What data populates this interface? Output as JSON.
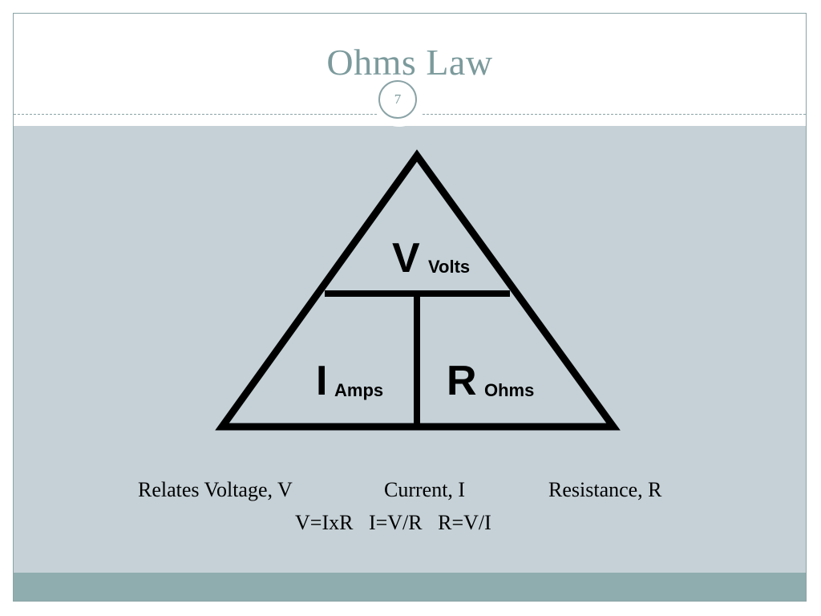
{
  "slide": {
    "title": "Ohms Law",
    "page_number": "7"
  },
  "triangle": {
    "top_symbol": "V",
    "top_unit": "Volts",
    "left_symbol": "I",
    "left_unit": "Amps",
    "right_symbol": "R",
    "right_unit": "Ohms"
  },
  "body": {
    "relates_voltage": "Relates Voltage, V",
    "current": "Current, I",
    "resistance": "Resistance, R",
    "formulas": "V=IxR   I=V/R   R=V/I"
  },
  "colors": {
    "title": "#7c9a9c",
    "content_bg": "#c5d1d7",
    "footer": "#8fadae",
    "border": "#8aa3a6"
  }
}
